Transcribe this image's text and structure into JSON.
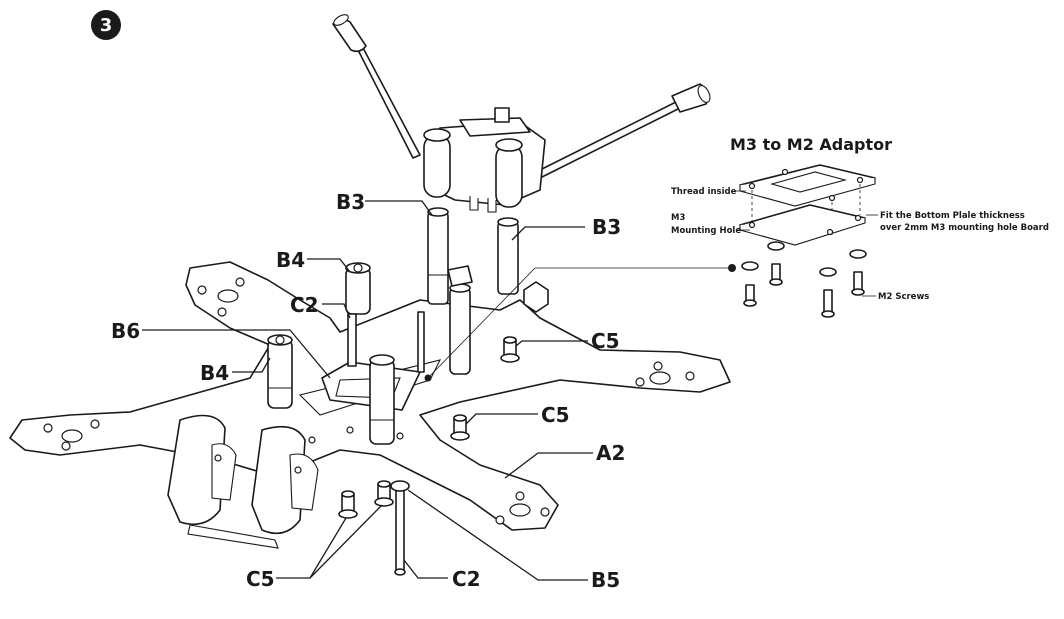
{
  "step": {
    "number": "3"
  },
  "labels": {
    "b3_left": "B3",
    "b3_right": "B3",
    "b4_top": "B4",
    "b4_left": "B4",
    "c2_top": "C2",
    "c2_bottom": "C2",
    "b6": "B6",
    "c5_top": "C5",
    "c5_mid": "C5",
    "c5_bottom": "C5",
    "a2": "A2",
    "b5": "B5"
  },
  "adaptor": {
    "title": "M3 to M2 Adaptor",
    "thread_inside": "Thread inside",
    "mounting_hole_line1": "M3",
    "mounting_hole_line2": "Mounting Hole",
    "fit_note_line1": "Fit the Bottom Plale thickness",
    "fit_note_line2": "over 2mm M3 mounting hole Board",
    "m2_screws": "M2 Screws"
  }
}
